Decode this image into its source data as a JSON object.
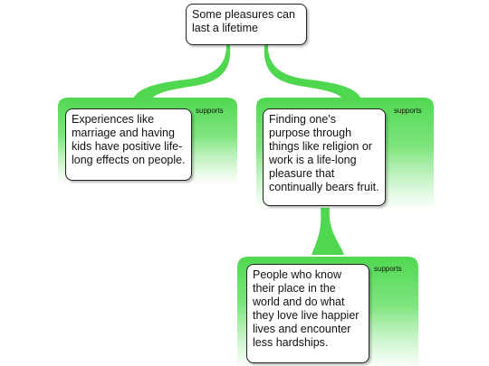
{
  "diagram": {
    "colors": {
      "link_green": "#4fd84f",
      "node_border": "#222222",
      "node_fill": "#ffffff"
    },
    "root": {
      "text": "Some pleasures can last a lifetime"
    },
    "children": [
      {
        "text": "Experiences like marriage and having kids have positive life-long effects on people.",
        "relation": "supports"
      },
      {
        "text": "Finding one's purpose through things like religion or work is a life-long pleasure that continually bears fruit.",
        "relation": "supports"
      }
    ],
    "grandchild": {
      "text": "People who know their place in the world and do what they love live happier lives and encounter less hardships.",
      "relation": "supports"
    }
  }
}
